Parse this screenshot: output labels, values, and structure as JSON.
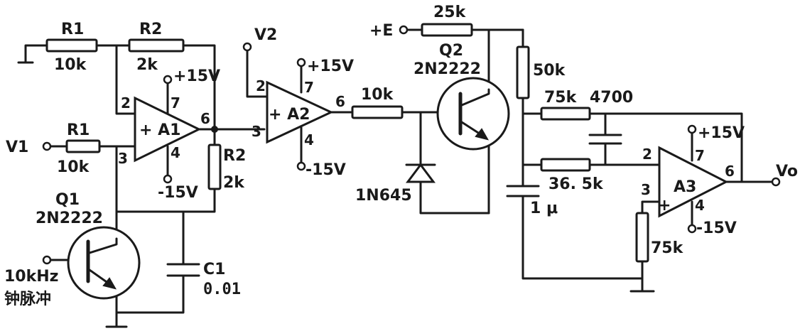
{
  "labels": {
    "r1_top": "R1",
    "r1_top_val": "10k",
    "r2_top": "R2",
    "r2_top_val": "2k",
    "r1_mid": "R1",
    "r1_mid_val": "10k",
    "v1": "V1",
    "v2": "V2",
    "a1": "+ A1",
    "a1_pin2": "2",
    "a1_pin3": "3",
    "a1_pin4": "4",
    "a1_pin6": "6",
    "a1_pin7": "7",
    "a1_pos": "+15V",
    "a1_neg": "-15V",
    "r2_right": "R2",
    "r2_right_val": "2k",
    "q1": "Q1",
    "q1_type": "2N2222",
    "clock_freq": "10kHz",
    "clock_desc": "钟脉冲",
    "c1": "C1",
    "c1_val": "0.01",
    "a2": "+ A2",
    "a2_pin2": "2",
    "a2_pin3": "3",
    "a2_pin4": "4",
    "a2_pin6": "6",
    "a2_pin7": "7",
    "a2_pos": "+15V",
    "a2_neg": "-15V",
    "r_base": "10k",
    "e_supply": "+E",
    "r_25k": "25k",
    "q2": "Q2",
    "q2_type": "2N2222",
    "diode": "1N645",
    "r_50k": "50k",
    "r_75k_top": "75k",
    "c_4700": "4700",
    "r_365k": "36. 5k",
    "c_1u": "1 μ",
    "a3": "A3",
    "a3_pin2": "2",
    "a3_pin3": "3",
    "a3_pin4": "4",
    "a3_pin6": "6",
    "a3_pin7": "7",
    "a3_pos": "+15V",
    "a3_neg": "-15V",
    "r_75k_bot": "75k",
    "vo": "Vo"
  }
}
